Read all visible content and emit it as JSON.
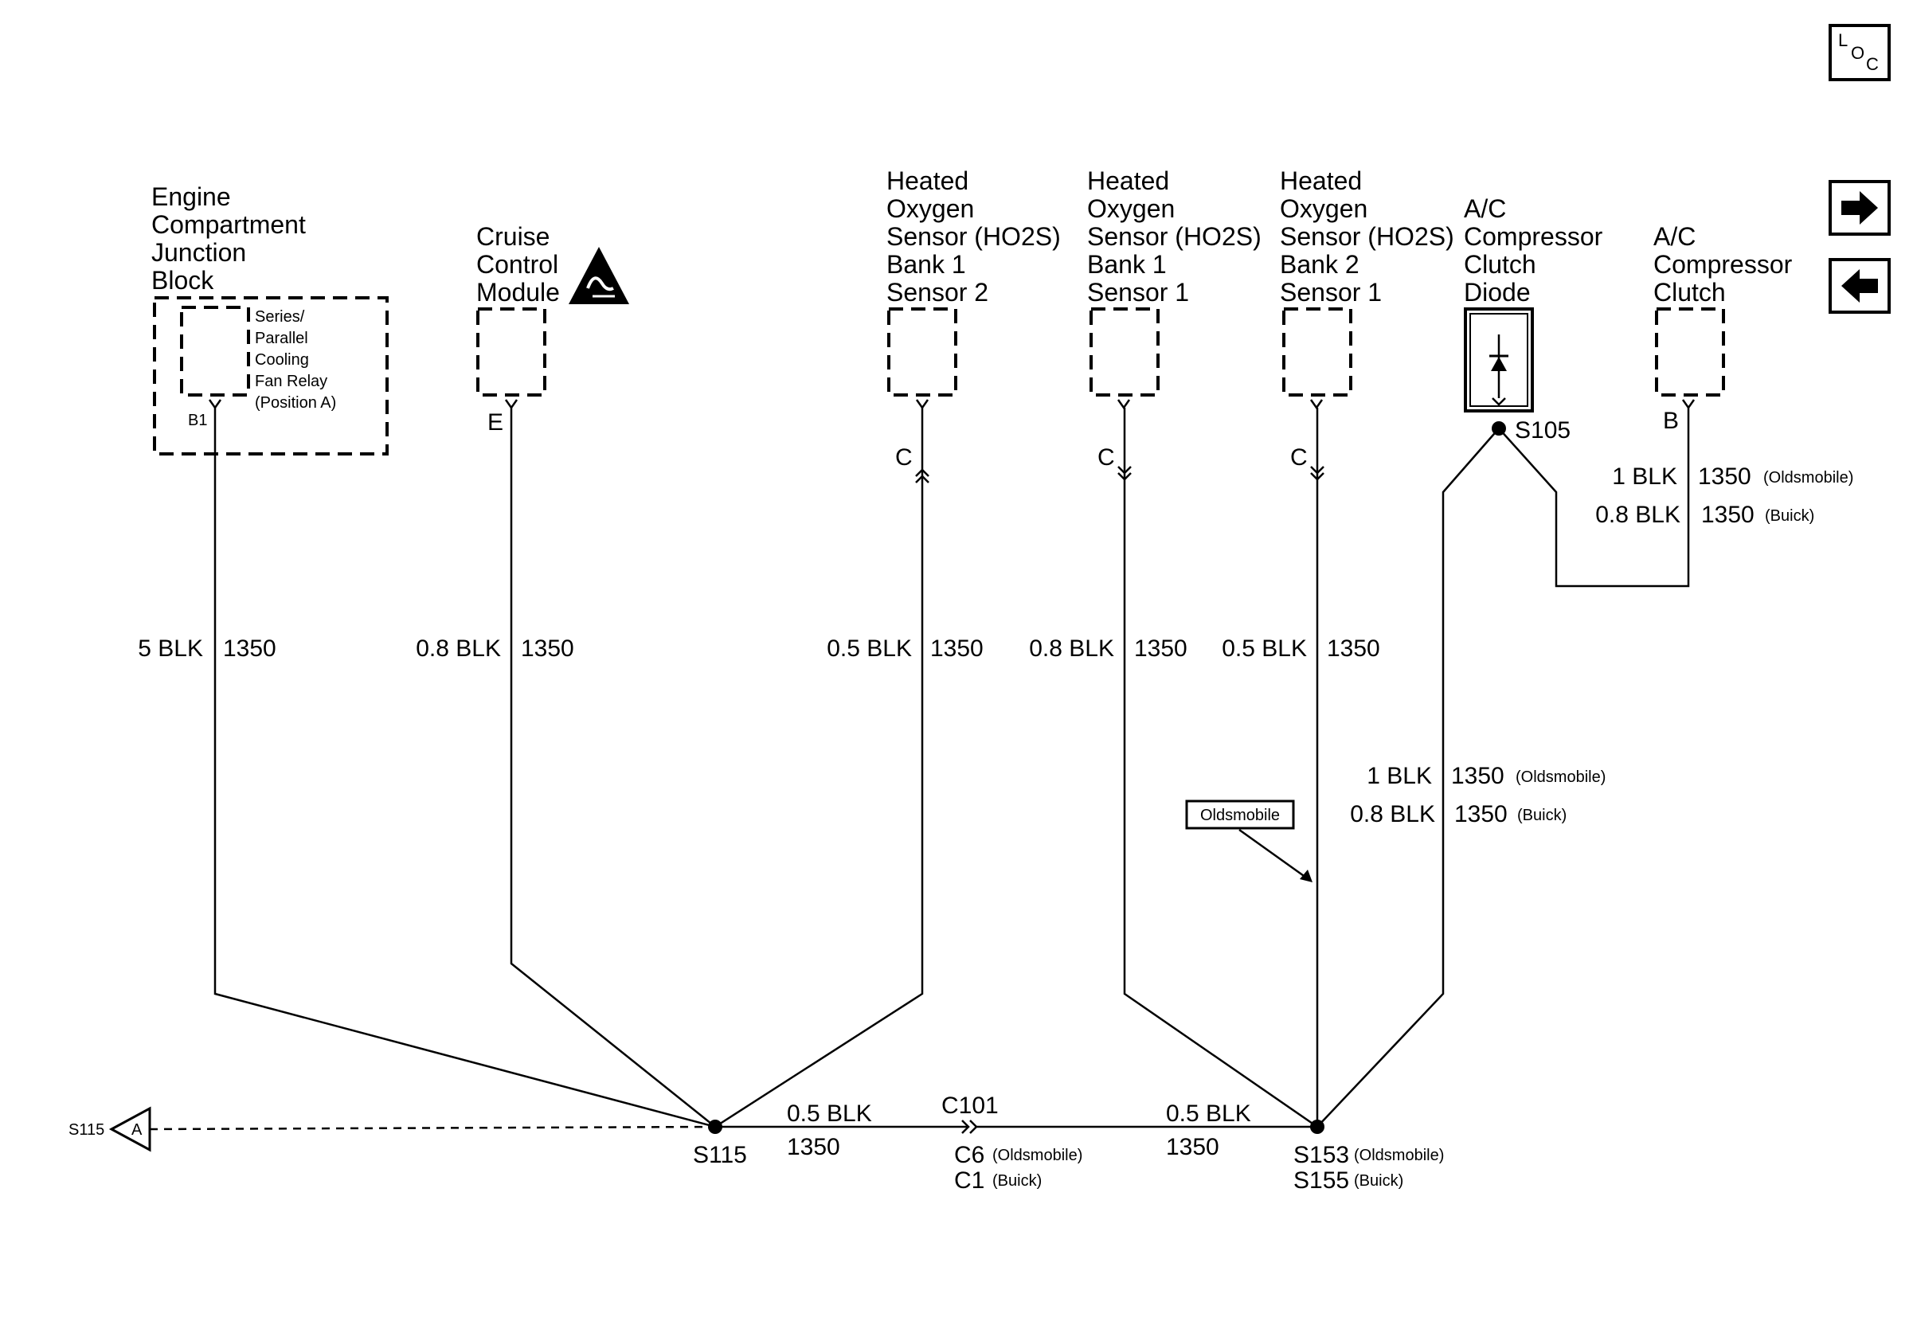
{
  "nav": {
    "loc_label": {
      "l": "L",
      "o": "O",
      "c": "C"
    },
    "next_icon": "right-arrow-icon",
    "prev_icon": "left-arrow-icon"
  },
  "components": {
    "junction_block": {
      "title": [
        "Engine",
        "Compartment",
        "Junction",
        "Block"
      ],
      "relay": [
        "Series/",
        "Parallel",
        "Cooling",
        "Fan Relay",
        "(Position A)"
      ],
      "pin": "B1"
    },
    "cruise": {
      "title": [
        "Cruise",
        "Control",
        "Module"
      ],
      "pin": "E",
      "icon": "esd-sensitive-icon"
    },
    "ho2s_b1s2": {
      "title": [
        "Heated",
        "Oxygen",
        "Sensor (HO2S)",
        "Bank 1",
        "Sensor 2"
      ],
      "pin": "C"
    },
    "ho2s_b1s1": {
      "title": [
        "Heated",
        "Oxygen",
        "Sensor (HO2S)",
        "Bank 1",
        "Sensor 1"
      ],
      "pin": "C"
    },
    "ho2s_b2s1": {
      "title": [
        "Heated",
        "Oxygen",
        "Sensor (HO2S)",
        "Bank 2",
        "Sensor 1"
      ],
      "pin": "C"
    },
    "ac_diode": {
      "title": [
        "A/C",
        "Compressor",
        "Clutch",
        "Diode"
      ],
      "splice": "S105"
    },
    "ac_clutch": {
      "title": [
        "A/C",
        "Compressor",
        "Clutch"
      ],
      "pin": "B"
    }
  },
  "wires": {
    "w1": {
      "gauge": "5 BLK",
      "circuit": "1350"
    },
    "w2": {
      "gauge": "0.8 BLK",
      "circuit": "1350"
    },
    "w3": {
      "gauge": "0.5 BLK",
      "circuit": "1350"
    },
    "w4": {
      "gauge": "0.8 BLK",
      "circuit": "1350"
    },
    "w5": {
      "gauge": "0.5 BLK",
      "circuit": "1350"
    },
    "w6": {
      "gauge_old": "1 BLK",
      "circuit_old": "1350",
      "note_old": "(Oldsmobile)",
      "gauge_buick": "0.8 BLK",
      "circuit_buick": "1350",
      "note_buick": "(Buick)"
    },
    "w7": {
      "gauge_old": "1 BLK",
      "circuit_old": "1350",
      "note_old": "(Oldsmobile)",
      "gauge_buick": "0.8 BLK",
      "circuit_buick": "1350",
      "note_buick": "(Buick)"
    },
    "bottom_left": {
      "gauge": "0.5 BLK",
      "circuit": "1350"
    },
    "bottom_right": {
      "gauge": "0.5 BLK",
      "circuit": "1350"
    }
  },
  "oldsmobile_callout": "Oldsmobile",
  "splices": {
    "s115": "S115",
    "s153": "S153",
    "s153_note": "(Oldsmobile)",
    "s155": "S155",
    "s155_note": "(Buick)"
  },
  "connector_c101": {
    "name": "C101",
    "c6": "C6",
    "c6_note": "(Oldsmobile)",
    "c1": "C1",
    "c1_note": "(Buick)"
  },
  "offpage": {
    "ref": "S115",
    "letter": "A"
  }
}
